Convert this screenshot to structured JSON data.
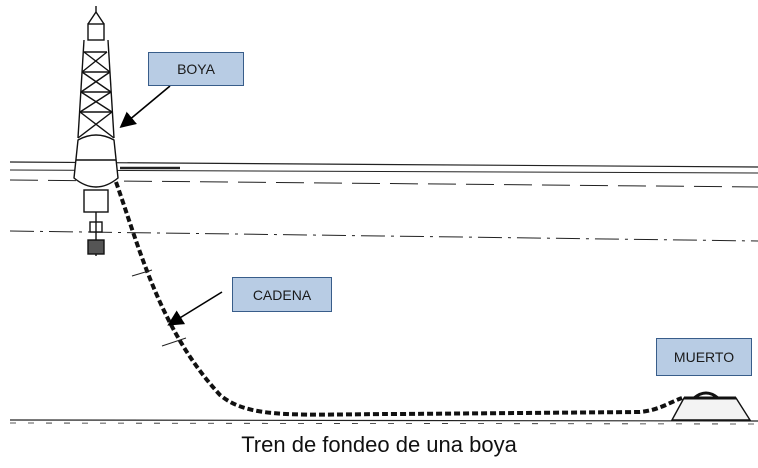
{
  "labels": {
    "buoy": "BOYA",
    "chain": "CADENA",
    "anchor": "MUERTO"
  },
  "caption": "Tren de fondeo de una boya",
  "colors": {
    "label_fill": "#b8cce4",
    "label_border": "#385d8a",
    "ink": "#1a1a1a"
  }
}
